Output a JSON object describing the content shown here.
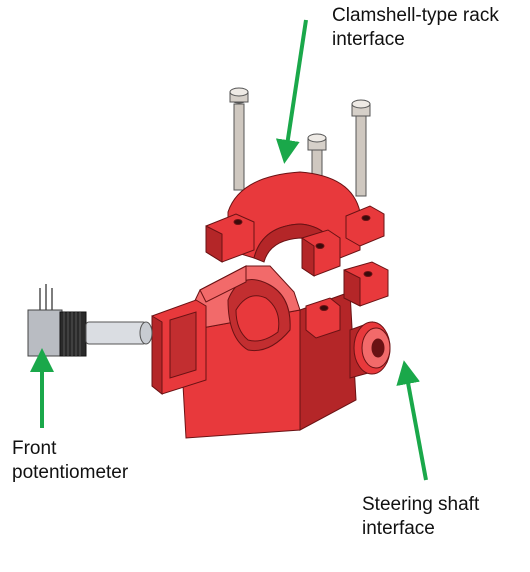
{
  "labels": {
    "clamshell_rack": [
      "Clamshell-type rack",
      "interface"
    ],
    "front_potentiometer": [
      "Front",
      "potentiometer"
    ],
    "steering_shaft": [
      "Steering shaft",
      "interface"
    ]
  },
  "colors": {
    "part_red": "#e8393c",
    "part_red_dark": "#b42628",
    "part_red_light": "#f26a6a",
    "arrow_green": "#1aa84a",
    "screw_grey": "#cfc8c0",
    "pot_metal": "#b9bcc2",
    "pot_knurl": "#2a2a2a"
  },
  "icons": [
    "screw-icon",
    "potentiometer-icon",
    "arrow-icon"
  ]
}
